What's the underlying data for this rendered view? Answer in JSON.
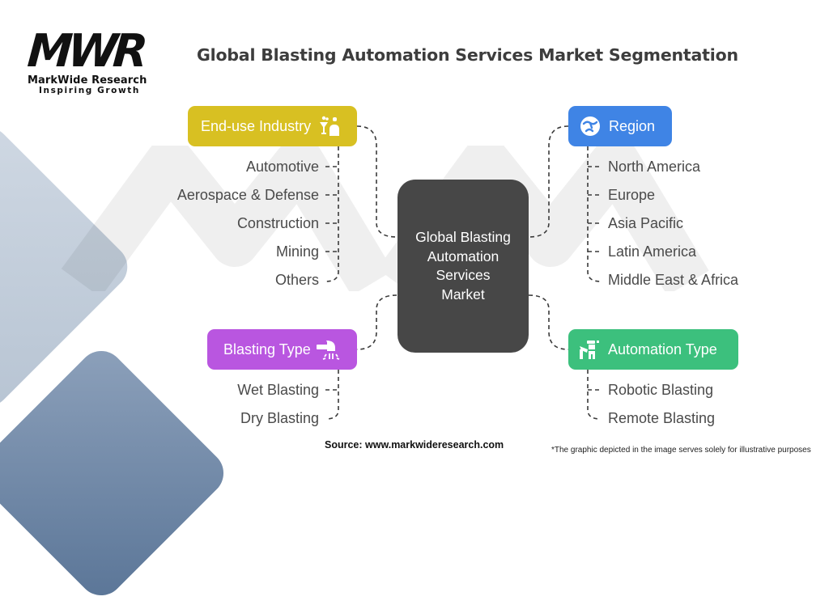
{
  "logo": {
    "mark": "MWR",
    "name": "MarkWide Research",
    "tagline": "Inspiring Growth"
  },
  "title": "Global Blasting Automation Services Market Segmentation",
  "center": {
    "label": "Global Blasting Automation Services Market"
  },
  "segments": {
    "end_use": {
      "label": "End-use Industry",
      "icon": "industry-worker-icon",
      "color": "#d8c022",
      "items": [
        "Automotive",
        "Aerospace & Defense",
        "Construction",
        "Mining",
        "Others"
      ]
    },
    "region": {
      "label": "Region",
      "icon": "globe-icon",
      "color": "#3f84e5",
      "items": [
        "North America",
        "Europe",
        "Asia Pacific",
        "Latin America",
        "Middle East & Africa"
      ]
    },
    "blasting_type": {
      "label": "Blasting Type",
      "icon": "blaster-nozzle-icon",
      "color": "#b956e0",
      "items": [
        "Wet Blasting",
        "Dry Blasting"
      ]
    },
    "automation_type": {
      "label": "Automation Type",
      "icon": "robot-arm-icon",
      "color": "#3cc07d",
      "items": [
        "Robotic Blasting",
        "Remote Blasting"
      ]
    }
  },
  "footer": {
    "source": "Source: www.markwideresearch.com",
    "note": "*The graphic depicted in the image serves solely for illustrative purposes"
  }
}
